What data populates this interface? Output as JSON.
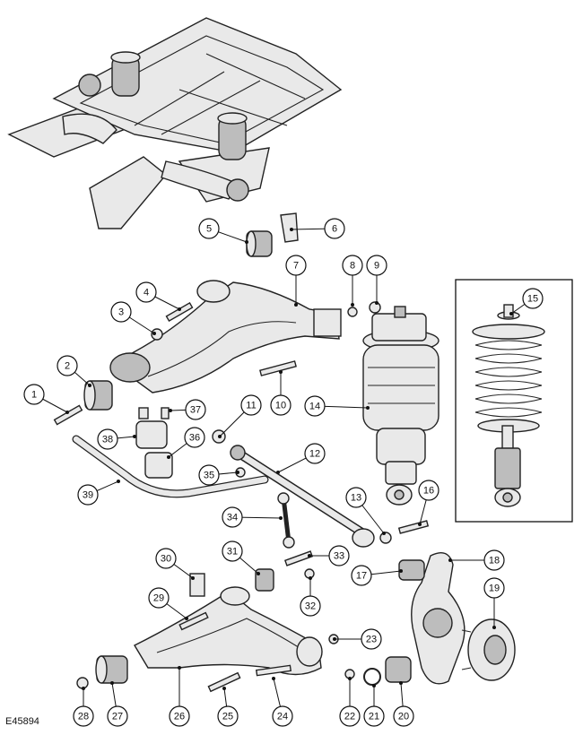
{
  "reference": "E45894",
  "callouts": [
    "1",
    "2",
    "3",
    "4",
    "5",
    "6",
    "7",
    "8",
    "9",
    "10",
    "11",
    "12",
    "13",
    "14",
    "15",
    "16",
    "17",
    "18",
    "19",
    "20",
    "21",
    "22",
    "23",
    "24",
    "25",
    "26",
    "27",
    "28",
    "29",
    "30",
    "31",
    "32",
    "33",
    "34",
    "35",
    "36",
    "37",
    "38",
    "39"
  ]
}
